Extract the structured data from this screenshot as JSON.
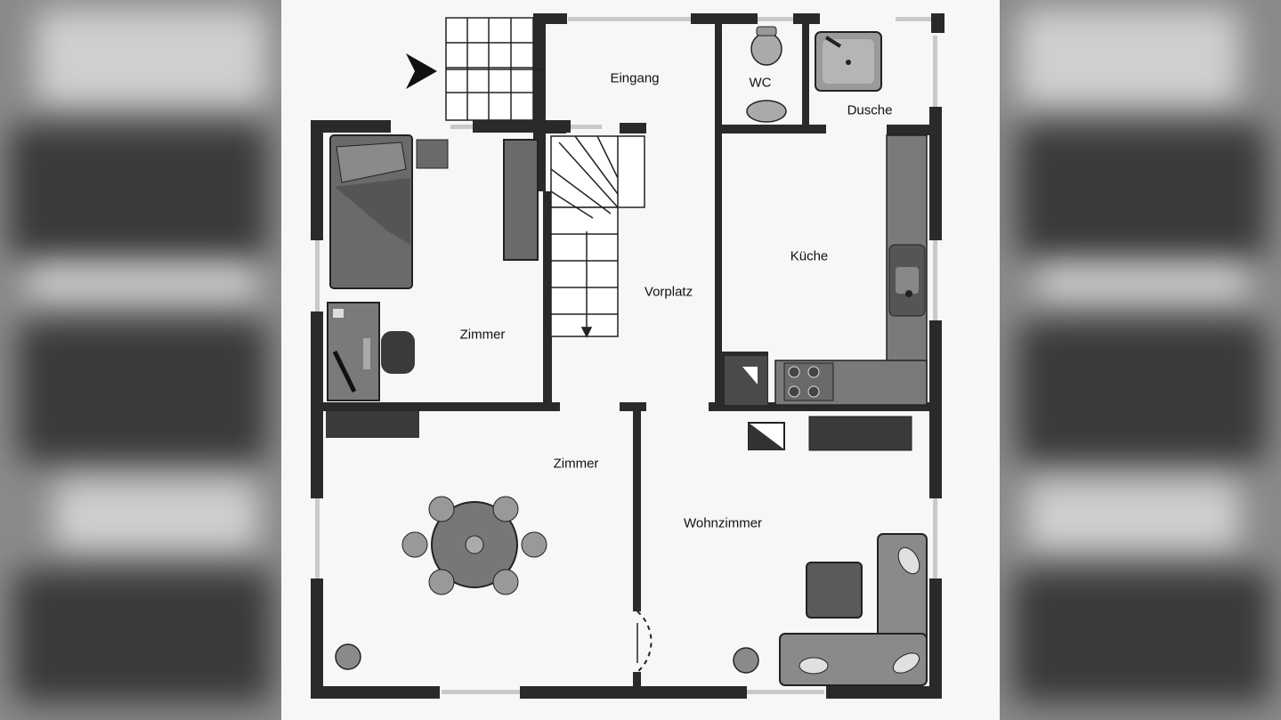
{
  "rooms": {
    "eingang": "Eingang",
    "wc": "WC",
    "dusche": "Dusche",
    "zimmer_top": "Zimmer",
    "vorplatz": "Vorplatz",
    "kueche": "Küche",
    "zimmer_bottom": "Zimmer",
    "wohnzimmer": "Wohnzimmer"
  },
  "colors": {
    "wall": "#2a2a2a",
    "furniture": "#707070",
    "furniture_light": "#a8a8a8",
    "window": "#c9c9c9",
    "paper": "#f7f7f6"
  },
  "icons": {
    "entrance": "arrow-right-icon"
  }
}
